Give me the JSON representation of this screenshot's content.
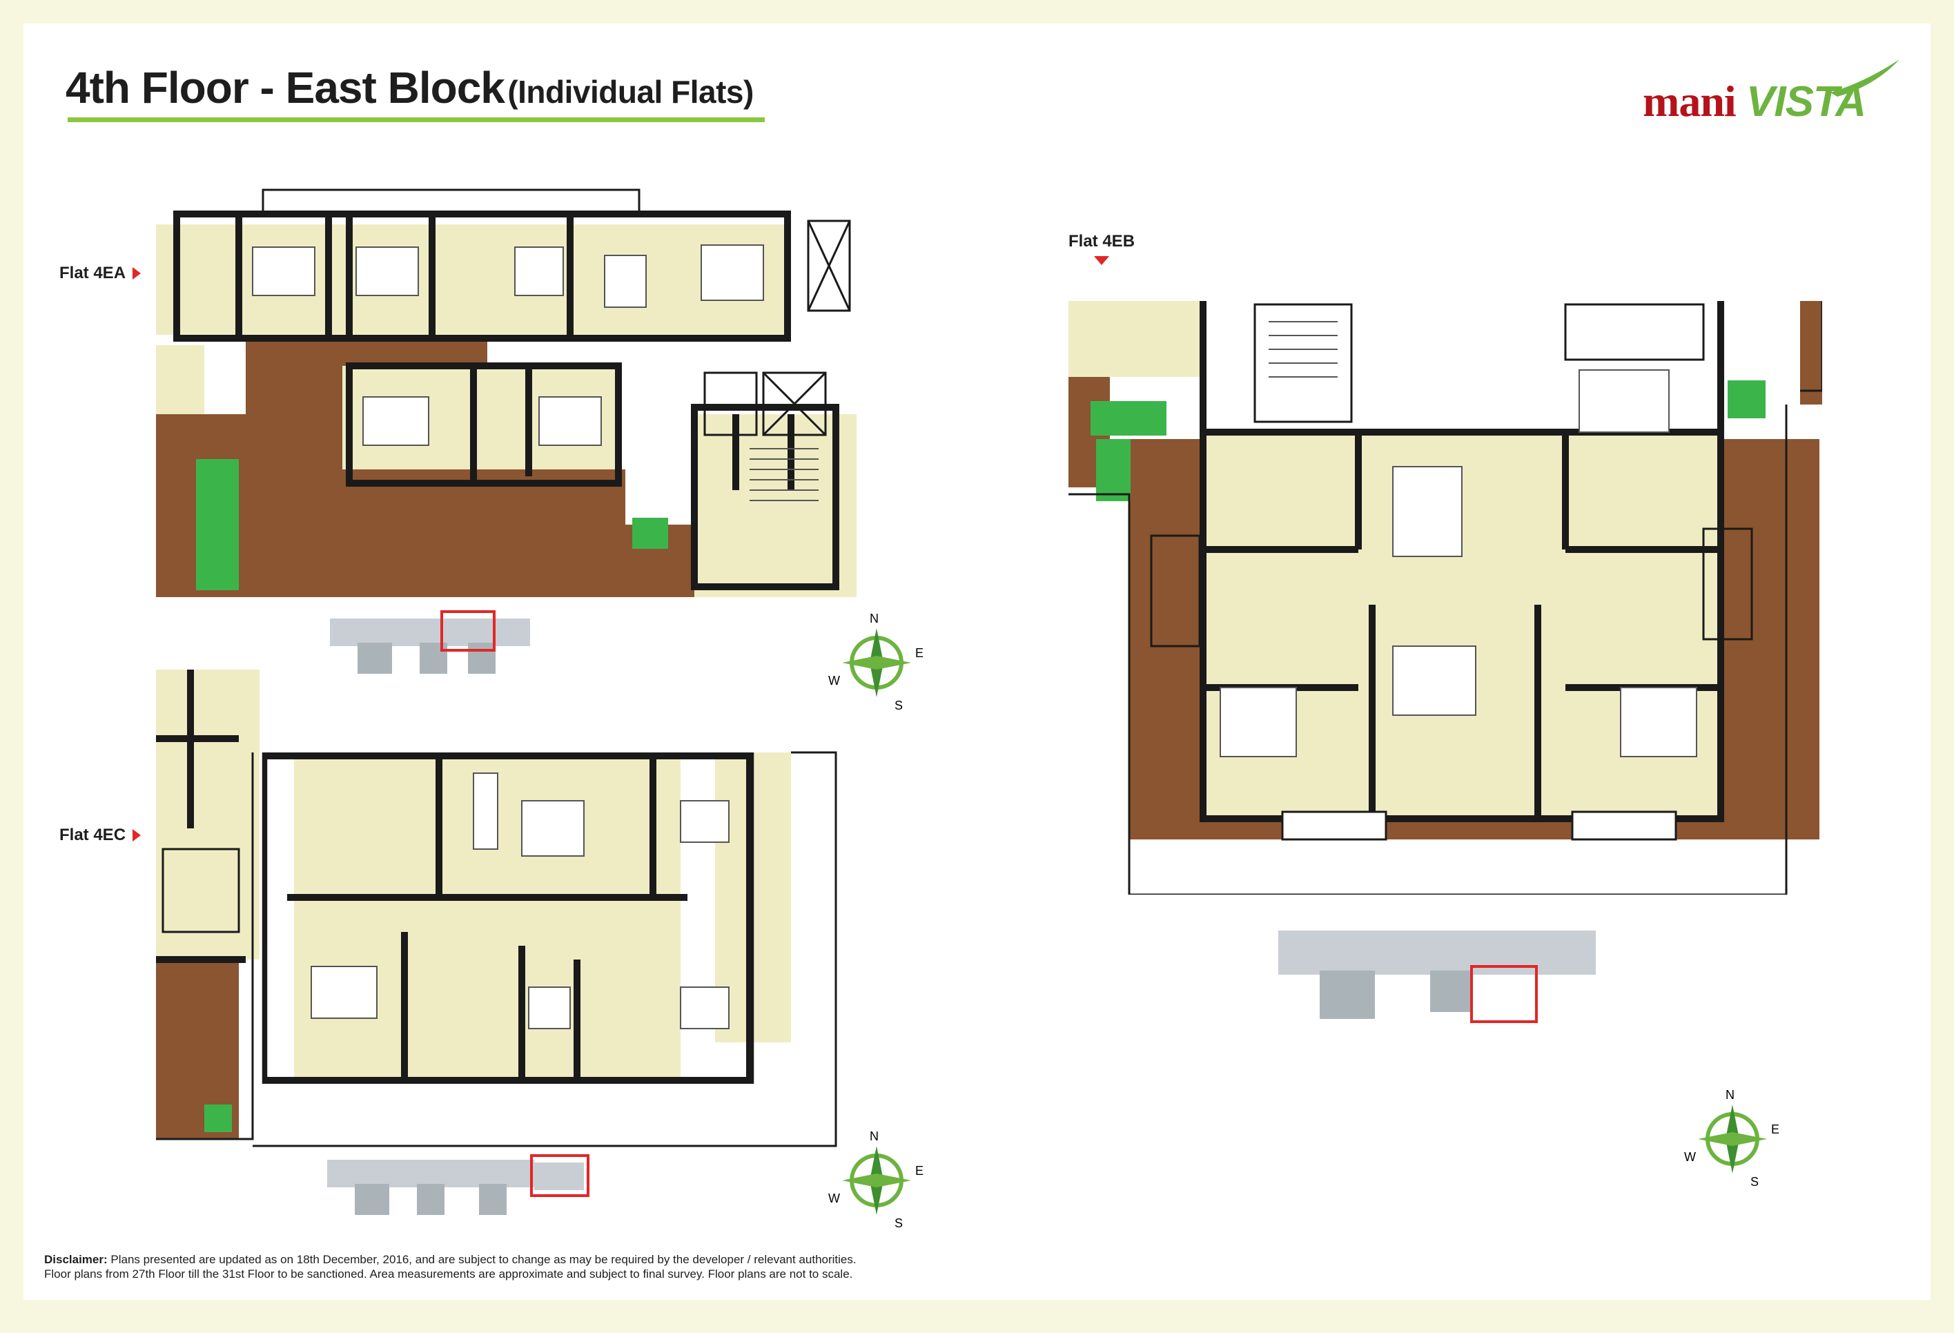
{
  "header": {
    "title_main": "4th Floor - East Block",
    "title_sub": "(Individual Flats)"
  },
  "brand": {
    "logo_part1": "mani",
    "logo_part2": "VISTA",
    "color_red": "#b5121b",
    "color_green": "#6db33f"
  },
  "flats": {
    "flat_a": "Flat 4EA",
    "flat_b": "Flat 4EB",
    "flat_c": "Flat 4EC"
  },
  "compass": {
    "n": "N",
    "e": "E",
    "s": "S",
    "w": "W"
  },
  "disclaimer": {
    "label": "Disclaimer:",
    "line1": " Plans presented are updated as on 18th December, 2016, and are subject to change as may be required by the developer / relevant authorities.",
    "line2": "Floor plans from 27th Floor till the 31st Floor to be sanctioned. Area measurements are approximate and subject to final survey. Floor plans are not to scale."
  },
  "colors": {
    "room_fill": "#efecc4",
    "wood_deck": "#8a5530",
    "wall": "#1a1a1a",
    "planter": "#3bb54a",
    "highlight": "#e12726"
  }
}
